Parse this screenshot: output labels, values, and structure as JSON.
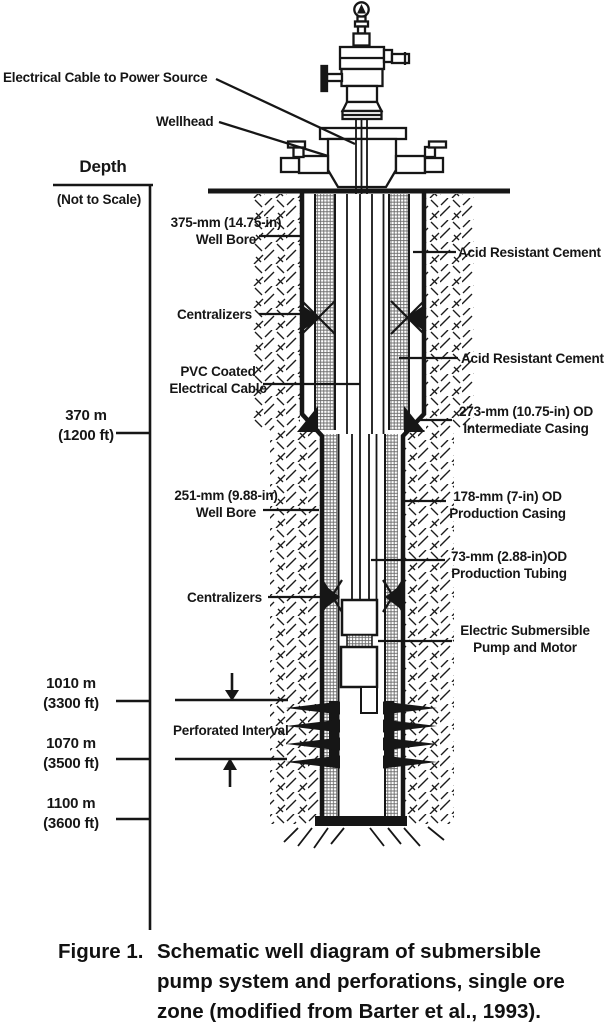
{
  "figure": {
    "caption_prefix": "Figure 1.",
    "caption_lines": [
      "Schematic well diagram of submersible",
      "pump system and perforations, single ore",
      "zone (modified from Barter et al., 1993)."
    ]
  },
  "depth_scale": {
    "title": "Depth",
    "subtitle": "(Not to Scale)",
    "marks": [
      {
        "m": "370 m",
        "ft": "(1200 ft)"
      },
      {
        "m": "1010 m",
        "ft": "(3300 ft)"
      },
      {
        "m": "1070 m",
        "ft": "(3500 ft)"
      },
      {
        "m": "1100 m",
        "ft": "(3600 ft)"
      }
    ]
  },
  "labels": {
    "electrical_cable": "Electrical Cable to Power Source",
    "wellhead": "Wellhead",
    "well_bore_375_l1": "375-mm (14.75-in)",
    "well_bore_375_l2": "Well Bore",
    "acid_cement_1": "Acid Resistant Cement",
    "centralizers_1": "Centralizers",
    "acid_cement_2": "Acid Resistant Cement",
    "pvc_l1": "PVC Coated",
    "pvc_l2": "Electrical Cable",
    "casing_273_l1": "273-mm (10.75-in) OD",
    "casing_273_l2": "Intermediate Casing",
    "well_bore_251_l1": "251-mm (9.88-in)",
    "well_bore_251_l2": "Well Bore",
    "casing_178_l1": "178-mm (7-in) OD",
    "casing_178_l2": "Production Casing",
    "tubing_73_l1": "73-mm (2.88-in)OD",
    "tubing_73_l2": "Production Tubing",
    "centralizers_2": "Centralizers",
    "esp_l1": "Electric Submersible",
    "esp_l2": "Pump and Motor",
    "perforated_interval": "Perforated Interval"
  },
  "colors": {
    "ink": "#161616",
    "paper": "#ffffff"
  }
}
